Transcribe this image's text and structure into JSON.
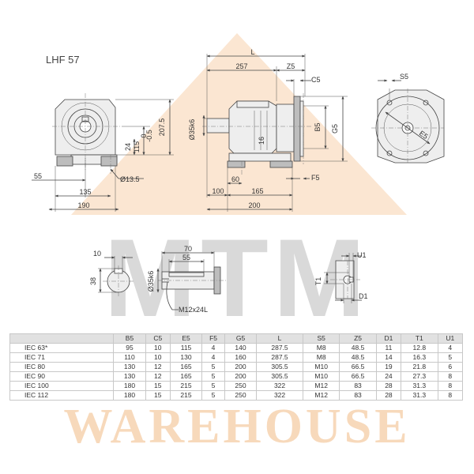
{
  "title": "LHF 57",
  "watermark": {
    "line1": "MTM",
    "line2": "WAREHOUSE",
    "triangle_color": "#fbe6d2",
    "text_gray": "#d9d9d9",
    "text_orange": "#f7d9bb"
  },
  "front_view": {
    "dim_24": "24",
    "dim_115": "115",
    "tol_top": "0",
    "tol_bot": "-0.5",
    "dim_207_5": "207.5",
    "dim_hole": "Ø13.5",
    "dim_55": "55",
    "dim_135": "135",
    "dim_190": "190"
  },
  "side_view": {
    "dim_L": "L",
    "dim_257": "257",
    "dim_Z5": "Z5",
    "dim_C5": "C5",
    "dim_shaft": "Ø35k6",
    "dim_16": "16",
    "dim_B5": "B5",
    "dim_G5": "G5",
    "dim_F5": "F5",
    "dim_60": "60",
    "dim_100": "100",
    "dim_165": "165",
    "dim_200": "200"
  },
  "flange_view": {
    "dim_S5": "S5",
    "dim_E5": "E5"
  },
  "key_detail": {
    "dim_10": "10",
    "dim_38": "38"
  },
  "shaft_detail": {
    "dim_70": "70",
    "dim_55": "55",
    "dim_shaft": "Ø35k6",
    "thread": "M12x24L"
  },
  "input_detail": {
    "dim_U1": "U1",
    "dim_T1": "T1",
    "dim_D1": "D1"
  },
  "table": {
    "headers": [
      "",
      "B5",
      "C5",
      "E5",
      "F5",
      "G5",
      "L",
      "S5",
      "Z5",
      "D1",
      "T1",
      "U1"
    ],
    "rows": [
      [
        "IEC 63*",
        "95",
        "10",
        "115",
        "4",
        "140",
        "287.5",
        "M8",
        "48.5",
        "11",
        "12.8",
        "4"
      ],
      [
        "IEC 71",
        "110",
        "10",
        "130",
        "4",
        "160",
        "287.5",
        "M8",
        "48.5",
        "14",
        "16.3",
        "5"
      ],
      [
        "IEC 80",
        "130",
        "12",
        "165",
        "5",
        "200",
        "305.5",
        "M10",
        "66.5",
        "19",
        "21.8",
        "6"
      ],
      [
        "IEC 90",
        "130",
        "12",
        "165",
        "5",
        "200",
        "305.5",
        "M10",
        "66.5",
        "24",
        "27.3",
        "8"
      ],
      [
        "IEC 100",
        "180",
        "15",
        "215",
        "5",
        "250",
        "322",
        "M12",
        "83",
        "28",
        "31.3",
        "8"
      ],
      [
        "IEC 112",
        "180",
        "15",
        "215",
        "5",
        "250",
        "322",
        "M12",
        "83",
        "28",
        "31.3",
        "8"
      ]
    ]
  }
}
